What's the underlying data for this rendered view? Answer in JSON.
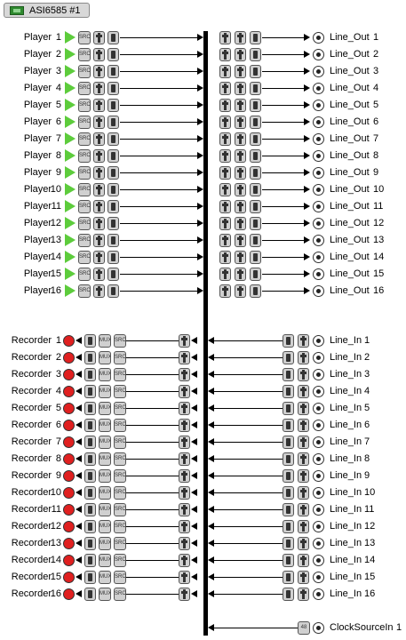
{
  "adapter": {
    "title": "ASI6585 #1",
    "icon": "adapter-card-icon"
  },
  "control_labels": {
    "src": "SRC",
    "mux": "MUX",
    "clock_rate": "48"
  },
  "players": [
    {
      "name": "Player",
      "num": "1"
    },
    {
      "name": "Player",
      "num": "2"
    },
    {
      "name": "Player",
      "num": "3"
    },
    {
      "name": "Player",
      "num": "4"
    },
    {
      "name": "Player",
      "num": "5"
    },
    {
      "name": "Player",
      "num": "6"
    },
    {
      "name": "Player",
      "num": "7"
    },
    {
      "name": "Player",
      "num": "8"
    },
    {
      "name": "Player",
      "num": "9"
    },
    {
      "name": "Player",
      "num": "10"
    },
    {
      "name": "Player",
      "num": "11"
    },
    {
      "name": "Player",
      "num": "12"
    },
    {
      "name": "Player",
      "num": "13"
    },
    {
      "name": "Player",
      "num": "14"
    },
    {
      "name": "Player",
      "num": "15"
    },
    {
      "name": "Player",
      "num": "16"
    }
  ],
  "line_outs": [
    {
      "name": "Line_Out",
      "num": "1"
    },
    {
      "name": "Line_Out",
      "num": "2"
    },
    {
      "name": "Line_Out",
      "num": "3"
    },
    {
      "name": "Line_Out",
      "num": "4"
    },
    {
      "name": "Line_Out",
      "num": "5"
    },
    {
      "name": "Line_Out",
      "num": "6"
    },
    {
      "name": "Line_Out",
      "num": "7"
    },
    {
      "name": "Line_Out",
      "num": "8"
    },
    {
      "name": "Line_Out",
      "num": "9"
    },
    {
      "name": "Line_Out",
      "num": "10"
    },
    {
      "name": "Line_Out",
      "num": "11"
    },
    {
      "name": "Line_Out",
      "num": "12"
    },
    {
      "name": "Line_Out",
      "num": "13"
    },
    {
      "name": "Line_Out",
      "num": "14"
    },
    {
      "name": "Line_Out",
      "num": "15"
    },
    {
      "name": "Line_Out",
      "num": "16"
    }
  ],
  "recorders": [
    {
      "name": "Recorder",
      "num": "1"
    },
    {
      "name": "Recorder",
      "num": "2"
    },
    {
      "name": "Recorder",
      "num": "3"
    },
    {
      "name": "Recorder",
      "num": "4"
    },
    {
      "name": "Recorder",
      "num": "5"
    },
    {
      "name": "Recorder",
      "num": "6"
    },
    {
      "name": "Recorder",
      "num": "7"
    },
    {
      "name": "Recorder",
      "num": "8"
    },
    {
      "name": "Recorder",
      "num": "9"
    },
    {
      "name": "Recorder",
      "num": "10"
    },
    {
      "name": "Recorder",
      "num": "11"
    },
    {
      "name": "Recorder",
      "num": "12"
    },
    {
      "name": "Recorder",
      "num": "13"
    },
    {
      "name": "Recorder",
      "num": "14"
    },
    {
      "name": "Recorder",
      "num": "15"
    },
    {
      "name": "Recorder",
      "num": "16"
    }
  ],
  "line_ins": [
    {
      "name": "Line_In",
      "num": "1"
    },
    {
      "name": "Line_In",
      "num": "2"
    },
    {
      "name": "Line_In",
      "num": "3"
    },
    {
      "name": "Line_In",
      "num": "4"
    },
    {
      "name": "Line_In",
      "num": "5"
    },
    {
      "name": "Line_In",
      "num": "6"
    },
    {
      "name": "Line_In",
      "num": "7"
    },
    {
      "name": "Line_In",
      "num": "8"
    },
    {
      "name": "Line_In",
      "num": "9"
    },
    {
      "name": "Line_In",
      "num": "10"
    },
    {
      "name": "Line_In",
      "num": "11"
    },
    {
      "name": "Line_In",
      "num": "12"
    },
    {
      "name": "Line_In",
      "num": "13"
    },
    {
      "name": "Line_In",
      "num": "14"
    },
    {
      "name": "Line_In",
      "num": "15"
    },
    {
      "name": "Line_In",
      "num": "16"
    }
  ],
  "clock": {
    "name": "ClockSourceIn",
    "num": "1"
  },
  "colors": {
    "play": "#5dcc3c",
    "record": "#e02020",
    "bus": "#000000",
    "control_bg": "#d0d0d0"
  }
}
